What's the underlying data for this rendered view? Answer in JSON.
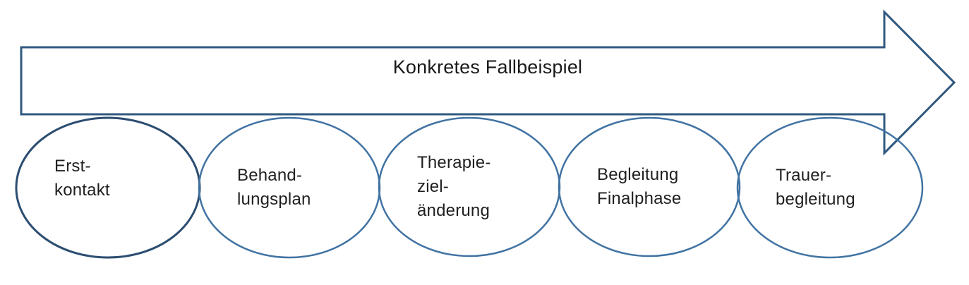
{
  "diagram": {
    "arrow": {
      "title": "Konkretes Fallbeispiel",
      "outline_color": "#31597f",
      "fill_color": "#ffffff"
    },
    "stages": [
      {
        "label": "Erst-\nkontakt",
        "outline_color": "#2c4d71"
      },
      {
        "label": "Behand-\nlungsplan",
        "outline_color": "#4173a3"
      },
      {
        "label": "Therapie-\nziel-\nänderung",
        "outline_color": "#4173a3"
      },
      {
        "label": "Begleitung\nFinalphase",
        "outline_color": "#4173a3"
      },
      {
        "label": "Trauer-\nbegleitung",
        "outline_color": "#4173a3"
      }
    ],
    "text_color": "#1f1f1f",
    "background_color": "#ffffff"
  }
}
